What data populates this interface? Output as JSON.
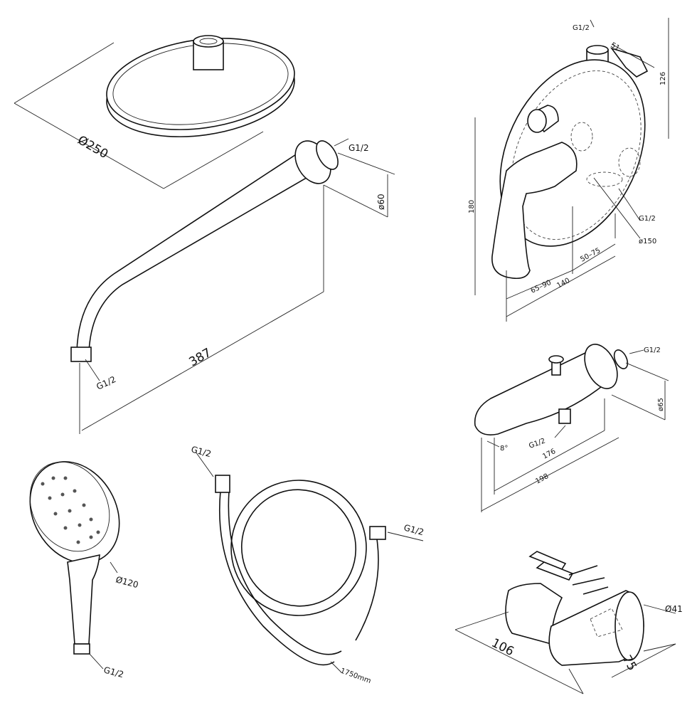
{
  "rain_shower_head": {
    "diameter": "Ø250"
  },
  "shower_arm": {
    "thread_top": "G1/2",
    "flange_diameter": "ø60",
    "length": "387",
    "thread_bottom": "G1/2"
  },
  "mixer": {
    "thread_top": "G1/2",
    "depth": "51",
    "height_outlet": "126",
    "height": "180",
    "thread_side": "G1/2",
    "plate_diameter": "ø150",
    "range_1": "65–90",
    "range_2": "50–75",
    "total_depth": "140"
  },
  "spout": {
    "thread": "G1/2",
    "flange_diameter": "ø65",
    "angle": "8°",
    "thread_bottom": "G1/2",
    "length_1": "176",
    "length_2": "198"
  },
  "hand_shower": {
    "diameter": "Ø120",
    "thread": "G1/2"
  },
  "hose": {
    "thread_1": "G1/2",
    "thread_2": "G1/2",
    "length": "1750mm"
  },
  "holder": {
    "diameter": "Ø41",
    "length": "106",
    "width": "75"
  }
}
